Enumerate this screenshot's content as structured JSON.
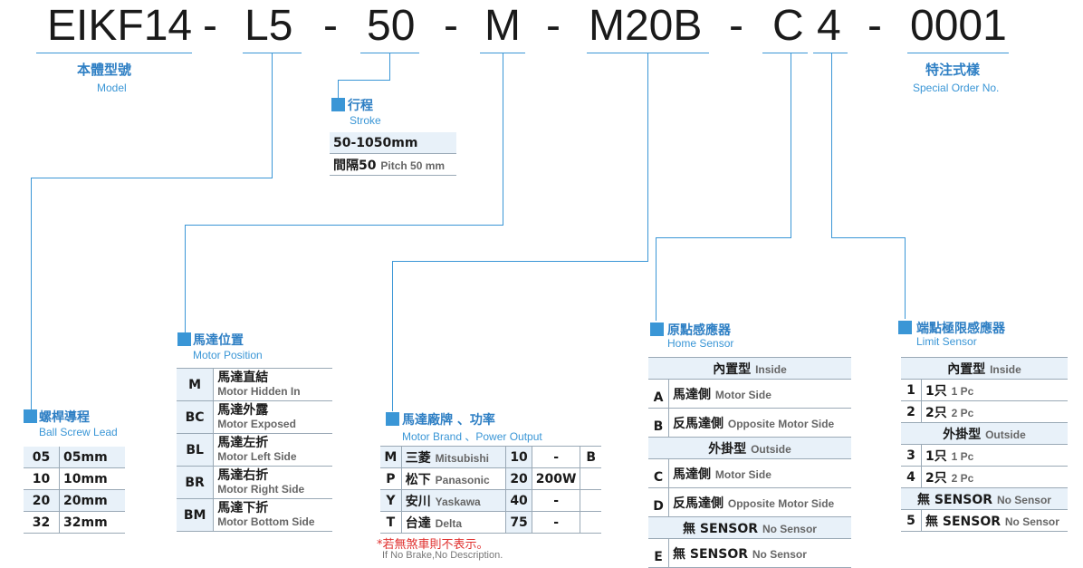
{
  "code": {
    "model": "EIKF14",
    "sep1": "-",
    "lead": "L5",
    "sep2": "-",
    "stroke": "50",
    "sep3": "-",
    "position": "M",
    "sep4": "-",
    "brand": "M20B",
    "sep5": "-",
    "home": "C",
    "limit": "4",
    "sep6": "-",
    "order": "0001"
  },
  "model_label": {
    "zh": "本體型號",
    "en": "Model"
  },
  "order_label": {
    "zh": "特注式樣",
    "en": "Special Order No."
  },
  "stroke_section": {
    "zh": "行程",
    "en": "Stroke",
    "range": "50-1050mm",
    "pitch_zh": "間隔50",
    "pitch_en": "Pitch 50 mm"
  },
  "lead_section": {
    "zh": "螺桿導程",
    "en": "Ball Screw Lead",
    "rows": [
      {
        "code": "05",
        "value": "05mm"
      },
      {
        "code": "10",
        "value": "10mm"
      },
      {
        "code": "20",
        "value": "20mm"
      },
      {
        "code": "32",
        "value": "32mm"
      }
    ]
  },
  "position_section": {
    "zh": "馬達位置",
    "en": "Motor Position",
    "rows": [
      {
        "code": "M",
        "zh": "馬達直結",
        "en": "Motor Hidden In"
      },
      {
        "code": "BC",
        "zh": "馬達外露",
        "en": "Motor Exposed"
      },
      {
        "code": "BL",
        "zh": "馬達左折",
        "en": "Motor Left Side"
      },
      {
        "code": "BR",
        "zh": "馬達右折",
        "en": "Motor Right Side"
      },
      {
        "code": "BM",
        "zh": "馬達下折",
        "en": "Motor Bottom Side"
      }
    ]
  },
  "brand_section": {
    "zh": "馬達廠牌 、功率",
    "en": "Motor Brand 、Power Output",
    "rows": [
      {
        "code": "M",
        "zh": "三菱",
        "en": "Mitsubishi",
        "num": "10",
        "watt": "-",
        "brake": "B"
      },
      {
        "code": "P",
        "zh": "松下",
        "en": "Panasonic",
        "num": "20",
        "watt": "200W",
        "brake": ""
      },
      {
        "code": "Y",
        "zh": "安川",
        "en": "Yaskawa",
        "num": "40",
        "watt": "-",
        "brake": ""
      },
      {
        "code": "T",
        "zh": "台達",
        "en": "Delta",
        "num": "75",
        "watt": "-",
        "brake": ""
      }
    ],
    "note_zh": "*若無煞車則不表示。",
    "note_en": "If No Brake,No Description."
  },
  "home_section": {
    "zh": "原點感應器",
    "en": "Home Sensor",
    "inside_zh": "內置型",
    "inside_en": "Inside",
    "outside_zh": "外掛型",
    "outside_en": "Outside",
    "rows": [
      {
        "code": "A",
        "zh": "馬達側",
        "en": "Motor Side"
      },
      {
        "code": "B",
        "zh": "反馬達側",
        "en": "Opposite Motor Side"
      },
      {
        "code": "C",
        "zh": "馬達側",
        "en": "Motor Side"
      },
      {
        "code": "D",
        "zh": "反馬達側",
        "en": "Opposite Motor Side"
      }
    ],
    "none_zh": "無 SENSOR",
    "none_en": "No Sensor",
    "none_code": "E"
  },
  "limit_section": {
    "zh": "端點極限感應器",
    "en": "Limit Sensor",
    "inside_zh": "內置型",
    "inside_en": "Inside",
    "outside_zh": "外掛型",
    "outside_en": "Outside",
    "rows": [
      {
        "code": "1",
        "zh": "1只",
        "en": "1 Pc"
      },
      {
        "code": "2",
        "zh": "2只",
        "en": "2 Pc"
      },
      {
        "code": "3",
        "zh": "1只",
        "en": "1 Pc"
      },
      {
        "code": "4",
        "zh": "2只",
        "en": "2 Pc"
      }
    ],
    "none_zh": "無 SENSOR",
    "none_en": "No Sensor",
    "none_code": "5"
  }
}
